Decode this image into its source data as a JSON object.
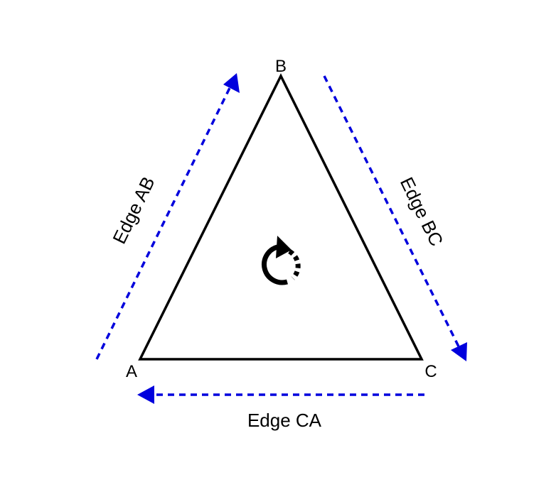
{
  "colors": {
    "edge_arrow": "#0000dd",
    "triangle_stroke": "#000000",
    "background": "#ffffff"
  },
  "vertices": {
    "a": "A",
    "b": "B",
    "c": "C"
  },
  "edges": {
    "ab": "Edge AB",
    "bc": "Edge BC",
    "ca": "Edge CA"
  },
  "center_icon": "rotate-clockwise-icon"
}
